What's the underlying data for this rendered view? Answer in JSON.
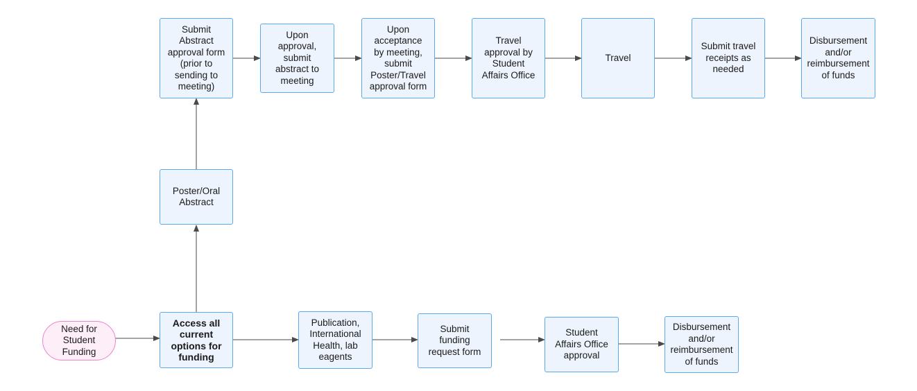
{
  "colors": {
    "node_fill": "#edf4fe",
    "node_border": "#5aa9ec",
    "start_fill": "#fdeef8",
    "start_border": "#ea85cf",
    "edge": "#4a4a4a"
  },
  "nodes": {
    "need_funding": "Need for\nStudent\nFunding",
    "access_options": "Access all\ncurrent\noptions for\nfunding",
    "poster_oral": "Poster/Oral\nAbstract",
    "submit_abstract_approval": "Submit\nAbstract\napproval form\n(prior to\nsending to\nmeeting)",
    "upon_approval": "Upon\napproval,\nsubmit\nabstract to\nmeeting",
    "upon_acceptance": "Upon\nacceptance\nby meeting,\nsubmit\nPoster/Travel\napproval form",
    "travel_approval": "Travel\napproval by\nStudent\nAffairs Office",
    "travel": "Travel",
    "submit_receipts": "Submit travel\nreceipts as\nneeded",
    "disbursement_top": "Disbursement\nand/or\nreimbursement\nof funds",
    "publication": "Publication,\nInternational\nHealth, lab\neagents",
    "submit_funding": "Submit\nfunding\nrequest form",
    "student_affairs_approval": "Student\nAffairs Office\napproval",
    "disbursement_bottom": "Disbursement\nand/or\nreimbursement\nof funds"
  },
  "edges": [
    {
      "from": "need_funding",
      "to": "access_options"
    },
    {
      "from": "access_options",
      "to": "poster_oral"
    },
    {
      "from": "poster_oral",
      "to": "submit_abstract_approval"
    },
    {
      "from": "submit_abstract_approval",
      "to": "upon_approval"
    },
    {
      "from": "upon_approval",
      "to": "upon_acceptance"
    },
    {
      "from": "upon_acceptance",
      "to": "travel_approval"
    },
    {
      "from": "travel_approval",
      "to": "travel"
    },
    {
      "from": "travel",
      "to": "submit_receipts"
    },
    {
      "from": "submit_receipts",
      "to": "disbursement_top"
    },
    {
      "from": "access_options",
      "to": "publication"
    },
    {
      "from": "publication",
      "to": "submit_funding"
    },
    {
      "from": "submit_funding",
      "to": "student_affairs_approval"
    },
    {
      "from": "student_affairs_approval",
      "to": "disbursement_bottom"
    }
  ]
}
